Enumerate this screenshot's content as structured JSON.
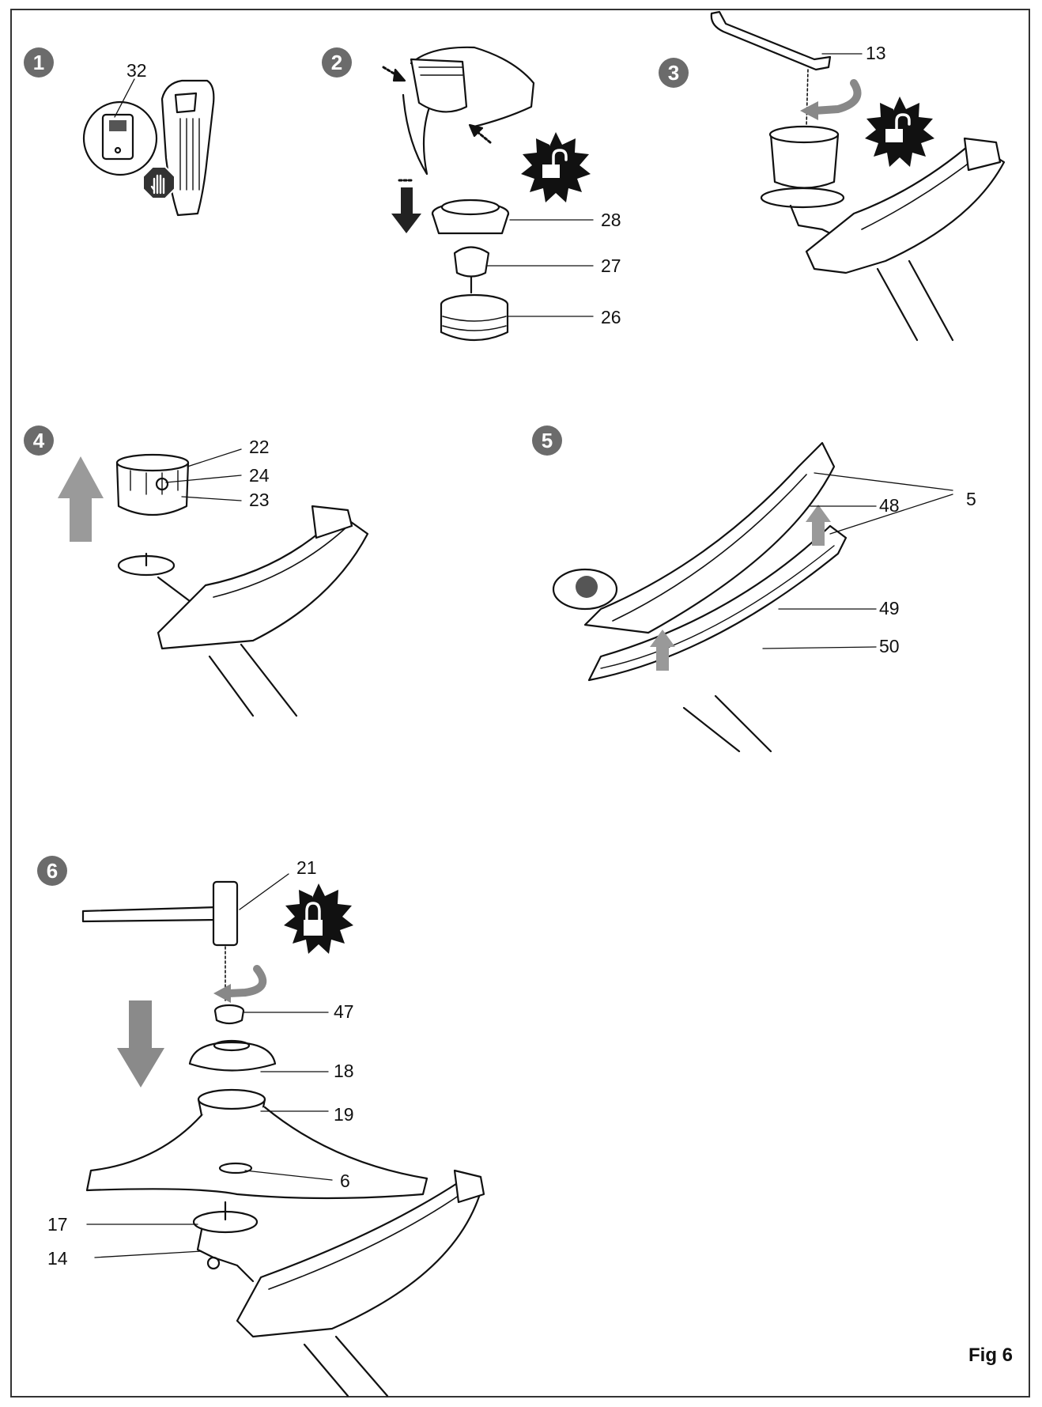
{
  "figure": {
    "label": "Fig 6"
  },
  "steps": [
    {
      "number": "1",
      "callouts": [
        "32"
      ]
    },
    {
      "number": "2",
      "callouts": [
        "28",
        "27",
        "26"
      ]
    },
    {
      "number": "3",
      "callouts": [
        "13"
      ]
    },
    {
      "number": "4",
      "callouts": [
        "22",
        "24",
        "23"
      ]
    },
    {
      "number": "5",
      "callouts": [
        "48",
        "5",
        "49",
        "50"
      ]
    },
    {
      "number": "6",
      "callouts": [
        "21",
        "47",
        "18",
        "19",
        "6",
        "17",
        "14"
      ]
    }
  ],
  "icons": [
    "stop-hand-icon",
    "unlock-icon",
    "lock-icon",
    "arrow-down-icon",
    "arrow-up-icon",
    "rotate-arrow-icon"
  ],
  "colors": {
    "badge": "#6b6b6b",
    "line": "#111111",
    "arrow": "#8a8a8a"
  }
}
